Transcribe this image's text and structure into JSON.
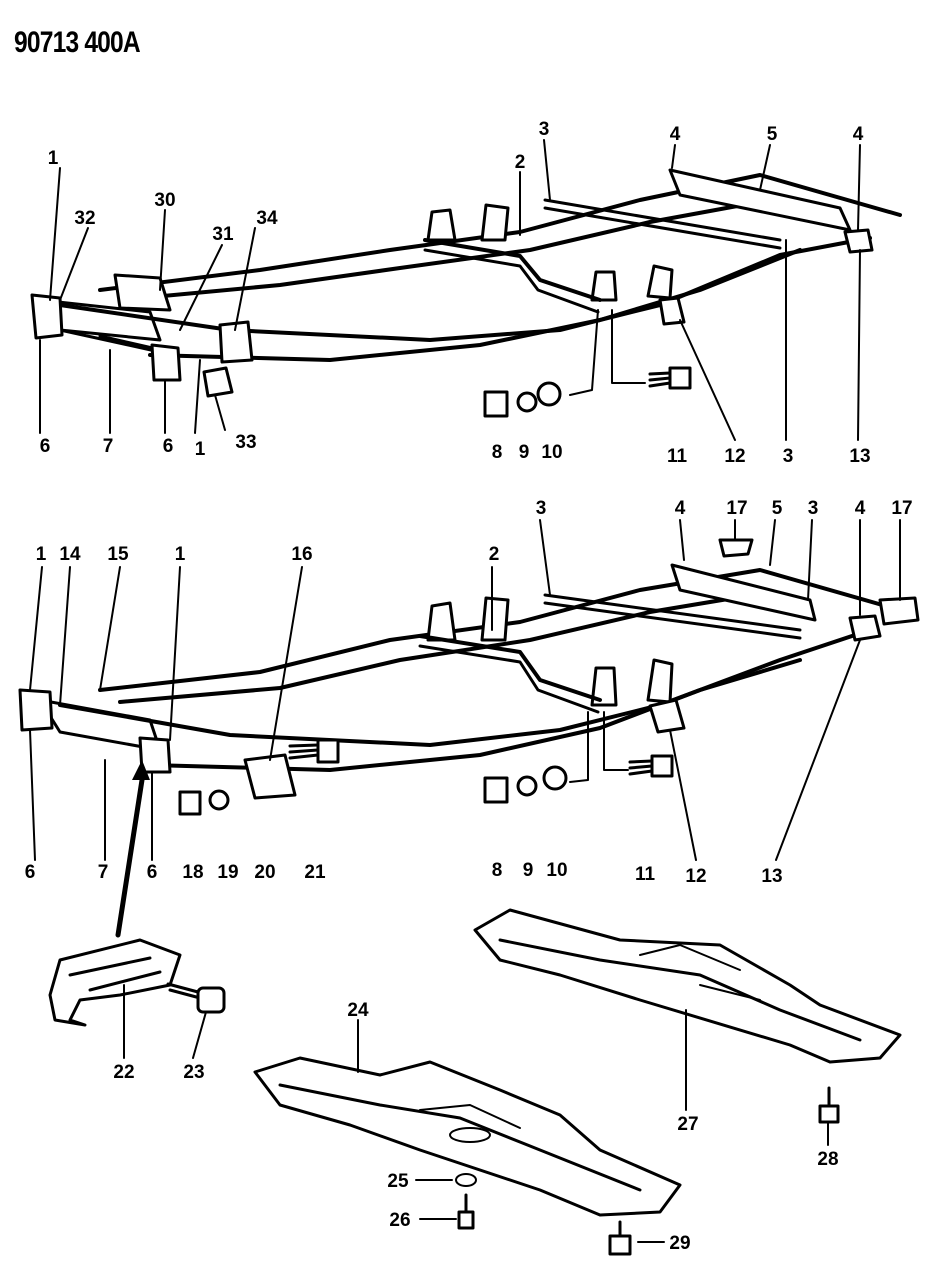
{
  "diagram_code": "90713 400A",
  "callout_labels": [
    "1",
    "2",
    "3",
    "4",
    "5",
    "6",
    "7",
    "8",
    "9",
    "10",
    "11",
    "12",
    "13",
    "14",
    "15",
    "16",
    "17",
    "18",
    "19",
    "20",
    "21",
    "22",
    "23",
    "24",
    "25",
    "26",
    "27",
    "28",
    "29",
    "30",
    "31",
    "32",
    "33",
    "34"
  ],
  "colors": {
    "ink": "#000000",
    "paper": "#ffffff"
  }
}
